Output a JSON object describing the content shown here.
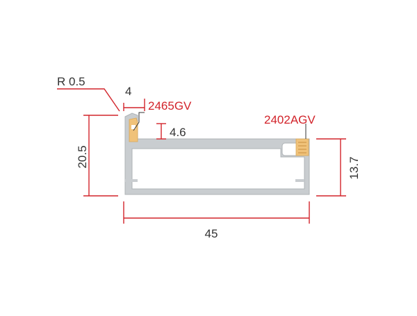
{
  "colors": {
    "dimension": "#d2232a",
    "text": "#333333",
    "profile_fill": "#c9cdd0",
    "profile_stroke": "#aeb3b6",
    "gasket": "#f0c27a",
    "part_label": "#d2232a"
  },
  "dimensions": {
    "radius": "R 0.5",
    "top_width": "4",
    "gap": "4.6",
    "height_left": "20.5",
    "height_right": "13.7",
    "width": "45"
  },
  "parts": {
    "left_gasket": "2465GV",
    "right_gasket": "2402AGV"
  }
}
